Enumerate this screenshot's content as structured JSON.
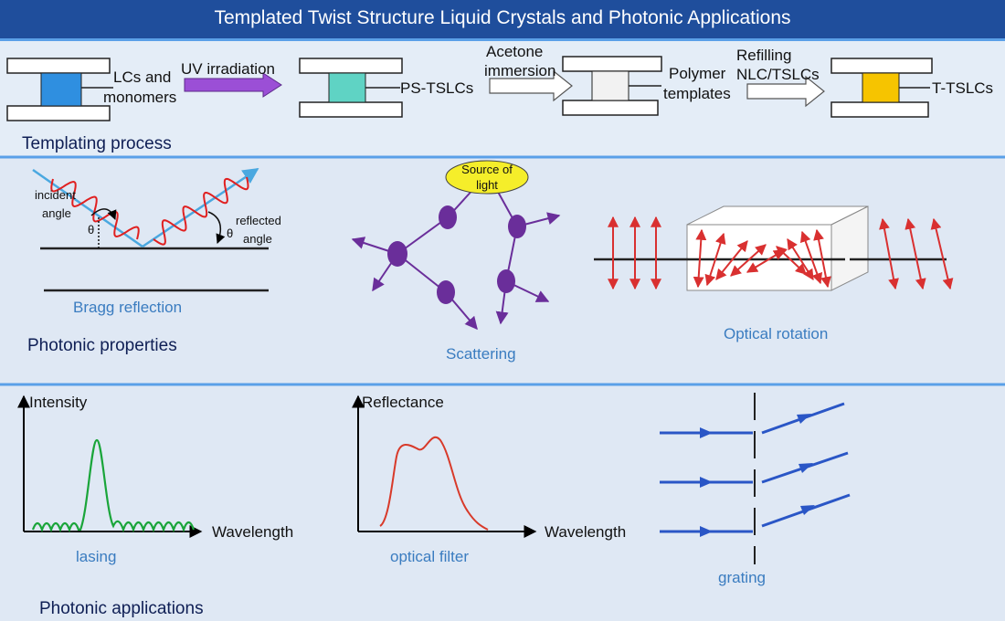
{
  "title": "Templated Twist Structure Liquid Crystals and Photonic Applications",
  "colors": {
    "header": "#1f4e9c",
    "divider": "#5aa0e8",
    "cell_blue": "#2f8fe0",
    "cell_teal": "#5fd3c4",
    "cell_gray": "#f2f2f2",
    "cell_yellow": "#f6c400",
    "uv_arrow": "#9b4fd6",
    "wave_red": "#e02020",
    "ray_blue": "#4aa8e0",
    "scatter_purple": "#6a2e9a",
    "rotation_red": "#d93030",
    "lasing_green": "#1aa53a",
    "filter_red": "#d83a2a",
    "grating_blue": "#2a56c6"
  },
  "templating": {
    "section_label": "Templating process",
    "cells": [
      {
        "label_line1": "LCs and",
        "label_line2": "monomers"
      },
      {
        "label": "PS-TSLCs"
      },
      {
        "label_line1": "Polymer",
        "label_line2": "templates"
      },
      {
        "label": "T-TSLCs"
      }
    ],
    "steps": [
      {
        "label": "UV irradiation"
      },
      {
        "label_line1": "Acetone",
        "label_line2": "immersion"
      },
      {
        "label_line1": "Refilling",
        "label_line2": "NLC/TSLCs"
      }
    ]
  },
  "photonic_properties": {
    "section_label": "Photonic properties",
    "bragg": {
      "caption": "Bragg reflection",
      "incident_line1": "incident",
      "incident_line2": "angle",
      "reflected_line1": "reflected",
      "reflected_line2": "angle",
      "theta": "θ"
    },
    "scattering": {
      "caption": "Scattering",
      "source_line1": "Source of",
      "source_line2": "light"
    },
    "rotation": {
      "caption": "Optical rotation"
    }
  },
  "photonic_applications": {
    "section_label": "Photonic applications",
    "lasing": {
      "y_axis": "Intensity",
      "x_axis": "Wavelength",
      "caption": "lasing"
    },
    "filter": {
      "y_axis": "Reflectance",
      "x_axis": "Wavelength",
      "caption": "optical filter"
    },
    "grating": {
      "caption": "grating"
    }
  }
}
